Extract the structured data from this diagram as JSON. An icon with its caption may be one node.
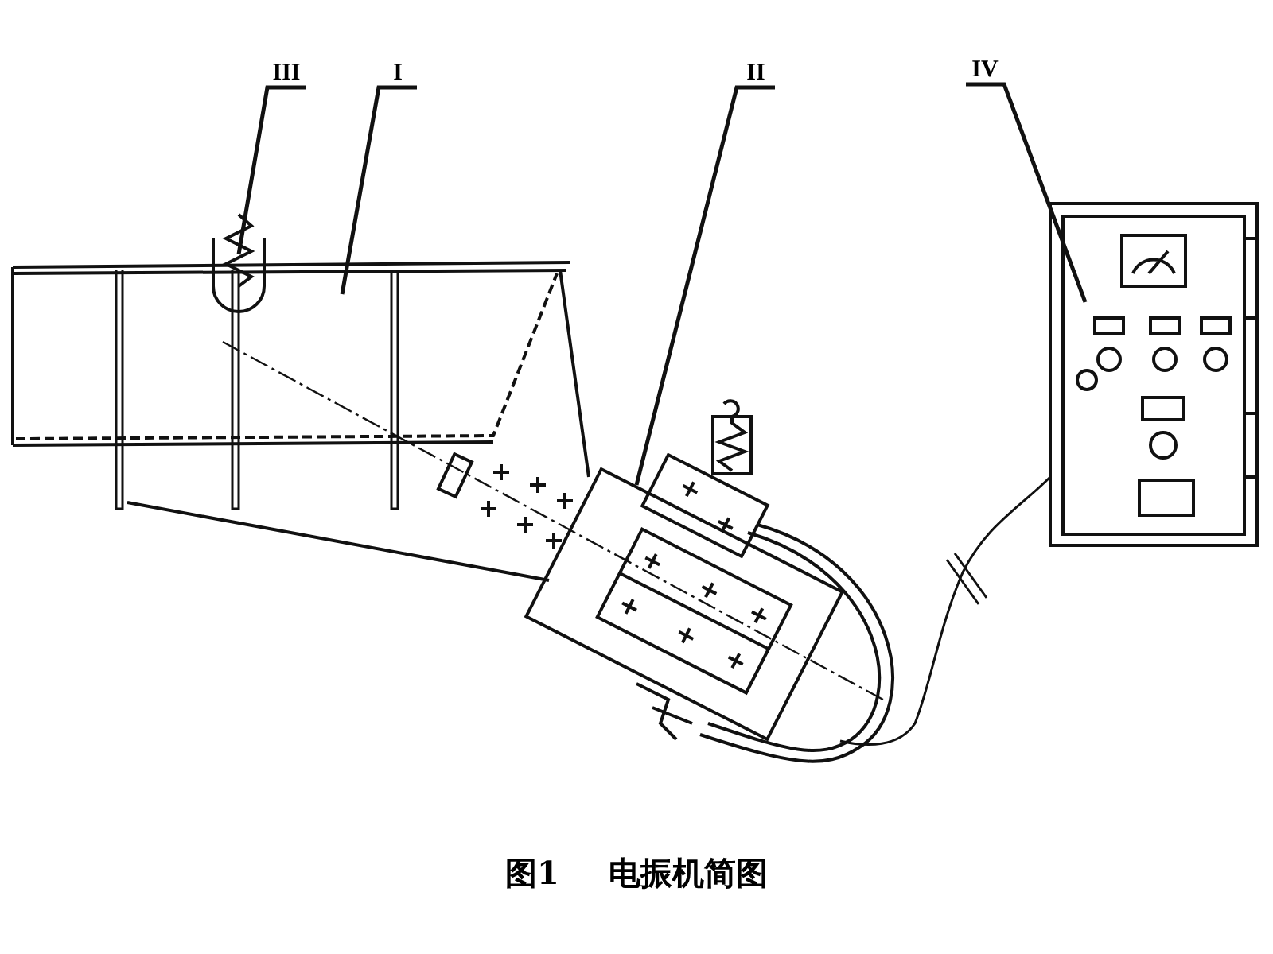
{
  "diagram": {
    "caption": "图1 电振机简图",
    "nodes": [
      {
        "text": [
          "III"
        ]
      },
      {
        "text": [
          "I"
        ]
      },
      {
        "text": [
          "II"
        ]
      },
      {
        "text": [
          "IV"
        ]
      }
    ],
    "edges": [
      {
        "from": 0,
        "to": null,
        "arrow": "none"
      },
      {
        "from": 1,
        "to": null,
        "arrow": "none"
      },
      {
        "from": 2,
        "to": null,
        "arrow": "none"
      },
      {
        "from": 3,
        "to": null,
        "arrow": "none"
      }
    ]
  }
}
